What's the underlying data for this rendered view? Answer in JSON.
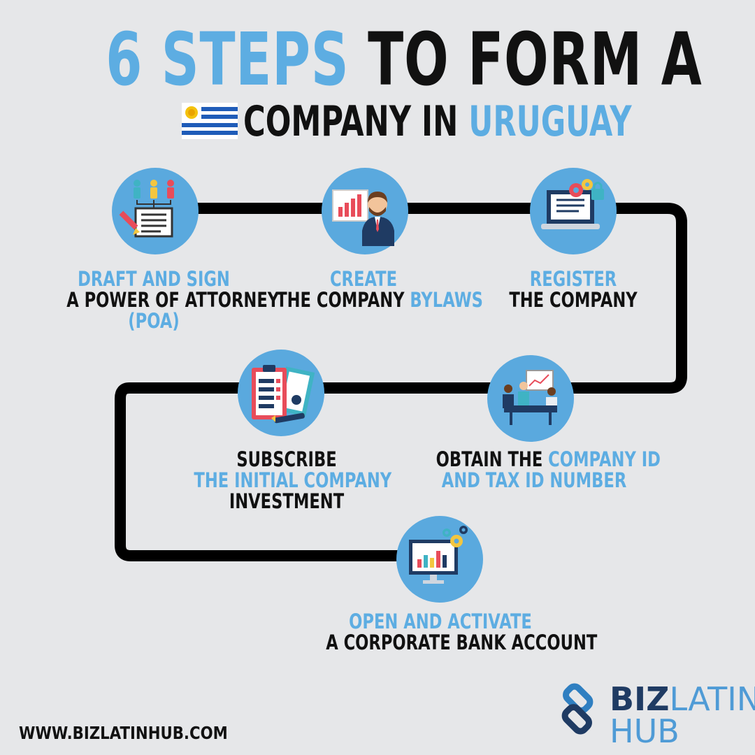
{
  "title": {
    "line1_highlight": "6 STEPS",
    "line1_rest": "TO FORM A",
    "line2_rest": "COMPANY IN",
    "line2_highlight": "URUGUAY"
  },
  "steps": [
    {
      "icon": "people-document-icon",
      "lines": [
        [
          {
            "t": "DRAFT AND SIGN",
            "c": "blue"
          }
        ],
        [
          {
            "t": "A POWER OF ATTORNEY",
            "c": "black"
          }
        ],
        [
          {
            "t": "(POA)",
            "c": "blue"
          }
        ]
      ]
    },
    {
      "icon": "presenter-chart-icon",
      "lines": [
        [
          {
            "t": "CREATE",
            "c": "blue"
          }
        ],
        [
          {
            "t": "THE COMPANY ",
            "c": "black"
          },
          {
            "t": "BYLAWS",
            "c": "blue"
          }
        ]
      ]
    },
    {
      "icon": "laptop-gear-lock-icon",
      "lines": [
        [
          {
            "t": "REGISTER",
            "c": "blue"
          }
        ],
        [
          {
            "t": "THE COMPANY",
            "c": "black"
          }
        ]
      ]
    },
    {
      "icon": "meeting-table-icon",
      "lines": [
        [
          {
            "t": "OBTAIN THE ",
            "c": "black"
          },
          {
            "t": "COMPANY ID",
            "c": "blue"
          }
        ],
        [
          {
            "t": "AND TAX ID NUMBER",
            "c": "blue"
          }
        ]
      ]
    },
    {
      "icon": "clipboard-id-card-icon",
      "lines": [
        [
          {
            "t": "SUBSCRIBE",
            "c": "black"
          }
        ],
        [
          {
            "t": "THE INITIAL COMPANY",
            "c": "blue"
          }
        ],
        [
          {
            "t": "INVESTMENT",
            "c": "black"
          }
        ]
      ]
    },
    {
      "icon": "monitor-chart-gears-icon",
      "lines": [
        [
          {
            "t": "OPEN AND ACTIVATE",
            "c": "blue"
          }
        ],
        [
          {
            "t": "A CORPORATE BANK ACCOUNT",
            "c": "black"
          }
        ]
      ]
    }
  ],
  "footer": {
    "url": "WWW.BIZLATINHUB.COM"
  },
  "logo": {
    "part1": "BIZ",
    "part2": "LATIN",
    "part3": "HUB"
  },
  "colors": {
    "accent": "#5dade2",
    "text": "#111111",
    "background": "#e6e7e9",
    "circle": "#5aa9de"
  }
}
